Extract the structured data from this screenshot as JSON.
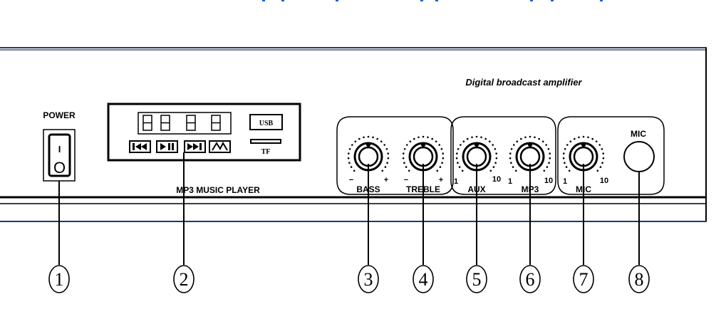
{
  "panel": {
    "title": "Digital broadcast amplifier",
    "power_label": "POWER",
    "power_switch_glyphs": [
      "I",
      "O"
    ]
  },
  "mp3_player": {
    "label": "MP3 MUSIC PLAYER",
    "usb_label": "USB",
    "tf_label": "TF",
    "display_glyphs": [
      "8",
      "8",
      "8",
      "8"
    ],
    "buttons": [
      {
        "name": "previous",
        "icon": "previous-icon"
      },
      {
        "name": "play-pause",
        "icon": "play-pause-icon"
      },
      {
        "name": "next",
        "icon": "next-icon"
      },
      {
        "name": "mode",
        "icon": "mode-icon"
      }
    ]
  },
  "knobs": {
    "bass": {
      "label": "BASS",
      "min": "−",
      "max": "+"
    },
    "treble": {
      "label": "TREBLE",
      "min": "−",
      "max": "+"
    },
    "aux": {
      "label": "AUX",
      "min": "1",
      "max": "10"
    },
    "mp3": {
      "label": "MP3",
      "min": "1",
      "max": "10"
    },
    "mic": {
      "label": "MIC",
      "min": "1",
      "max": "10"
    }
  },
  "mic_jack_label": "MIC",
  "callouts": [
    "1",
    "2",
    "3",
    "4",
    "5",
    "6",
    "7",
    "8"
  ],
  "colors": {
    "stroke": "#000000",
    "panel_edge": "#1f3a6b",
    "top_accent": "#1a5fd6"
  }
}
